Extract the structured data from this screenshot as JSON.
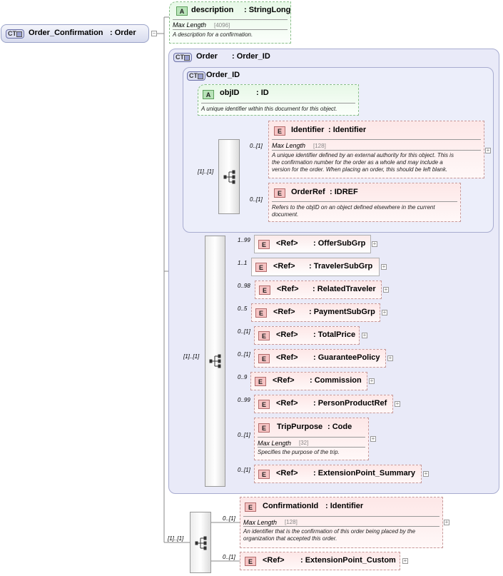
{
  "root": {
    "badge": "CT",
    "name": "Order_Confirmation",
    "type": ": Order"
  },
  "description_attr": {
    "badge": "A",
    "name": "description",
    "type": ": StringLong",
    "max_label": "Max Length",
    "max_value": "[4096]",
    "text": "A description for a confirmation."
  },
  "order": {
    "badge": "CT",
    "name": "Order",
    "type": ": Order_ID"
  },
  "order_id": {
    "badge": "CT",
    "name": "Order_ID"
  },
  "objid": {
    "badge": "A",
    "name": "objID",
    "type": ": ID",
    "text": "A unique identifier within this document for this object."
  },
  "choice1_card": "[1]..[1]",
  "identifier": {
    "card": "0..[1]",
    "badge": "E",
    "name": "Identifier",
    "type": ": Identifier",
    "max_label": "Max Length",
    "max_value": "[128]",
    "text1": "A unique identifier defined by an external authority for this object.  This is",
    "text2": "the confirmation number for the order as a whole and may include a",
    "text3": "version for the order.  When placing an order, this should be left blank."
  },
  "orderref": {
    "card": "0..[1]",
    "badge": "E",
    "name": "OrderRef",
    "type": ": IDREF",
    "text1": "Refers to the objID on an object defined elsewhere in the current",
    "text2": "document."
  },
  "seq2_card": "[1]..[1]",
  "refs": [
    {
      "card": "1..99",
      "badge": "E",
      "ref": "<Ref>",
      "type": ": OfferSubGrp"
    },
    {
      "card": "1..1",
      "badge": "E",
      "ref": "<Ref>",
      "type": ": TravelerSubGrp"
    },
    {
      "card": "0..98",
      "badge": "E",
      "ref": "<Ref>",
      "type": ": RelatedTraveler"
    },
    {
      "card": "0..5",
      "badge": "E",
      "ref": "<Ref>",
      "type": ": PaymentSubGrp"
    },
    {
      "card": "0..[1]",
      "badge": "E",
      "ref": "<Ref>",
      "type": ": TotalPrice"
    },
    {
      "card": "0..[1]",
      "badge": "E",
      "ref": "<Ref>",
      "type": ": GuaranteePolicy"
    },
    {
      "card": "0..9",
      "badge": "E",
      "ref": "<Ref>",
      "type": ": Commission"
    },
    {
      "card": "0..99",
      "badge": "E",
      "ref": "<Ref>",
      "type": ": PersonProductRef"
    }
  ],
  "trippurpose": {
    "card": "0..[1]",
    "badge": "E",
    "name": "TripPurpose",
    "type": ": Code",
    "max_label": "Max Length",
    "max_value": "[32]",
    "text": "Specifies the purpose of the trip."
  },
  "ext_summary": {
    "card": "0..[1]",
    "badge": "E",
    "ref": "<Ref>",
    "type": ": ExtensionPoint_Summary"
  },
  "seq3_card": "[1]..[1]",
  "confirmationid": {
    "card": "0..[1]",
    "badge": "E",
    "name": "ConfirmationId",
    "type": ": Identifier",
    "max_label": "Max Length",
    "max_value": "[128]",
    "text1": "An identifier that is the confirmation of this order being placed by the",
    "text2": "organization that accepted this order."
  },
  "ext_custom": {
    "card": "0..[1]",
    "badge": "E",
    "ref": "<Ref>",
    "type": ": ExtensionPoint_Custom"
  },
  "colors": {
    "group_fill": "#e9eaf8",
    "group_border": "#a8acd0",
    "attr_fill": "#e7f8e7",
    "elem_fill": "#fde7e7"
  }
}
